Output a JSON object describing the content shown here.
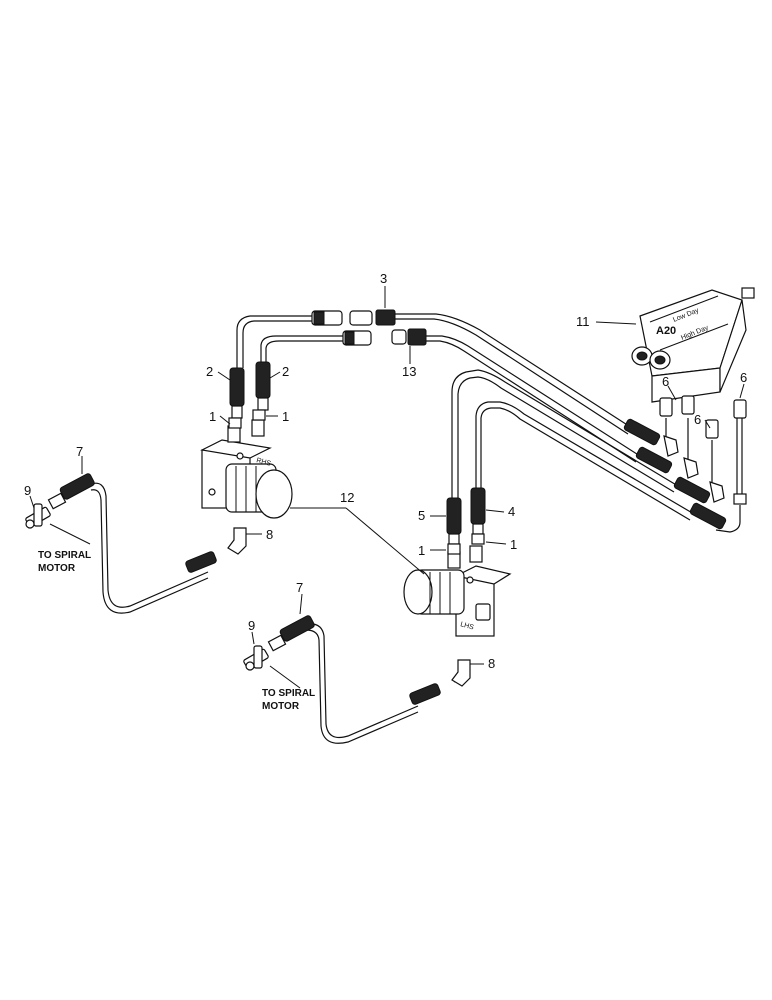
{
  "callouts": {
    "c1a": "1",
    "c1b": "1",
    "c1c": "1",
    "c1d": "1",
    "c2a": "2",
    "c2b": "2",
    "c3": "3",
    "c4": "4",
    "c5": "5",
    "c6a": "6",
    "c6b": "6",
    "c6c": "6",
    "c7a": "7",
    "c7b": "7",
    "c8a": "8",
    "c8b": "8",
    "c9a": "9",
    "c9b": "9",
    "c11": "11",
    "c12": "12",
    "c13": "13"
  },
  "notes": {
    "spiral_left_1": "TO SPIRAL",
    "spiral_left_2": "MOTOR",
    "spiral_right_1": "TO SPIRAL",
    "spiral_right_2": "MOTOR"
  },
  "labels": {
    "rhs": "RHS",
    "lhs": "LHS",
    "valve_model": "A20",
    "valve_low": "Low Day",
    "valve_high": "High Day"
  }
}
